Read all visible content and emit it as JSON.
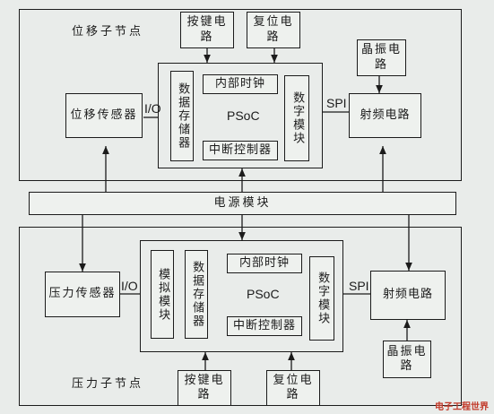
{
  "top_node": {
    "title": "位移子节点",
    "keys": "按键电路",
    "reset": "复位电路",
    "crystal": "晶振电路",
    "sensor": "位移传感器",
    "io": "I/O",
    "spi": "SPI",
    "rf": "射频电路",
    "psoc": {
      "name": "PSoC",
      "clock": "内部时钟",
      "irq": "中断控制器",
      "storage": "数据存储器",
      "digital": "数字模块"
    }
  },
  "power": {
    "label": "电源模块"
  },
  "bottom_node": {
    "title": "压力子节点",
    "keys": "按键电路",
    "reset": "复位电路",
    "crystal": "晶振电路",
    "sensor": "压力传感器",
    "io": "I/O",
    "spi": "SPI",
    "rf": "射频电路",
    "psoc": {
      "name": "PSoC",
      "clock": "内部时钟",
      "irq": "中断控制器",
      "analog": "模拟模块",
      "storage": "数据存储器",
      "digital": "数字模块"
    }
  },
  "watermark": "电子工程世界"
}
